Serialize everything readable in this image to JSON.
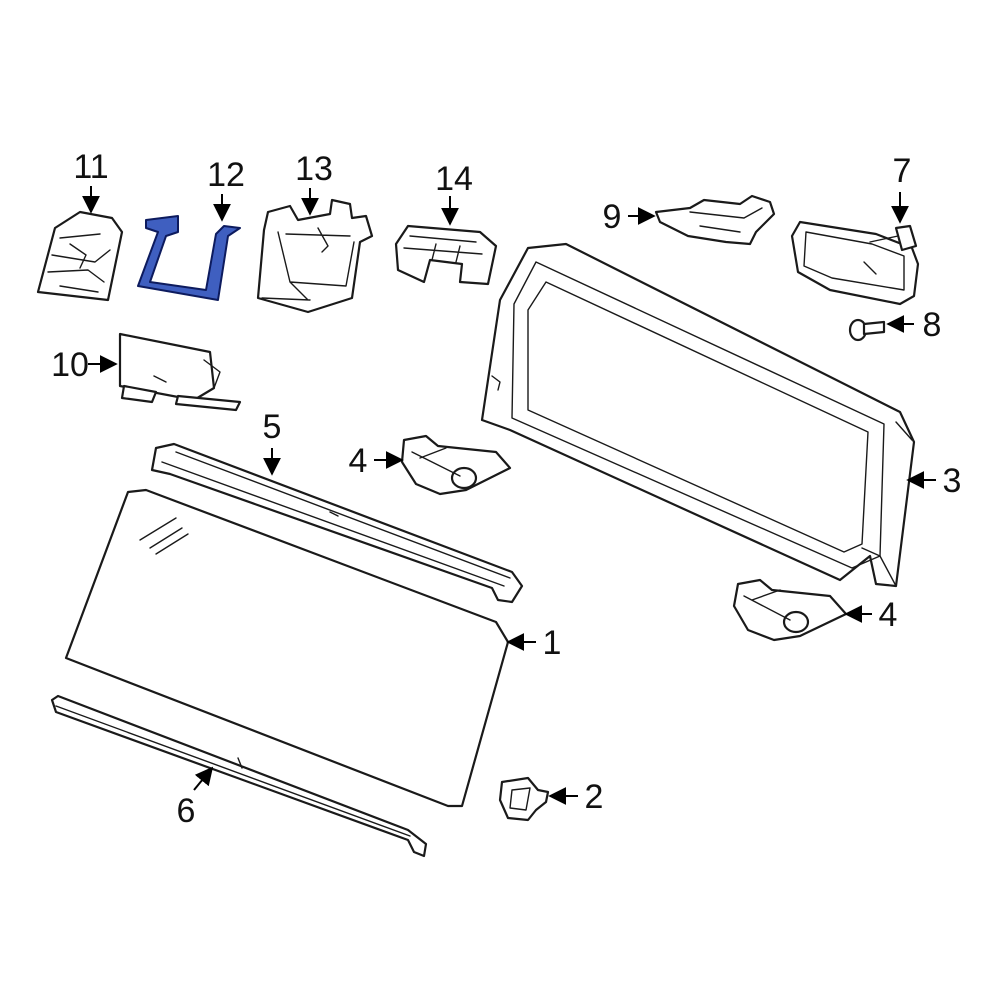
{
  "callouts": {
    "c1": "1",
    "c2": "2",
    "c3": "3",
    "c4a": "4",
    "c4b": "4",
    "c5": "5",
    "c6": "6",
    "c7": "7",
    "c8": "8",
    "c9": "9",
    "c10": "10",
    "c11": "11",
    "c12": "12",
    "c13": "13",
    "c14": "14"
  },
  "colors": {
    "highlight_fill": "#3f5fc0",
    "highlight_stroke": "#0d1b5e",
    "line": "#1a1a1a"
  },
  "highlighted_part": "12"
}
